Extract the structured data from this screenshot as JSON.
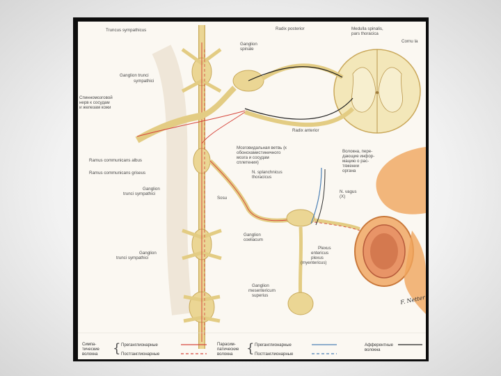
{
  "labels": {
    "truncus": "Truncus sympathicus",
    "radix_posterior": "Radix posterior",
    "medulla_1": "Medulla spinalis,",
    "medulla_2": "pars thoracica",
    "cornu": "Cornu la",
    "ganglion_spinale_1": "Ganglion",
    "ganglion_spinale_2": "spinale",
    "ganglion_trunci_top_1": "Ganglion trunci",
    "ganglion_trunci_top_2": "sympathici",
    "spinal_nerve_1": "Спинномозговой",
    "spinal_nerve_2": "нерв к сосудам",
    "spinal_nerve_3": "и железам кожи",
    "radix_anterior": "Radix anterior",
    "ramus_albus": "Ramus communicans albus",
    "ramus_griseus": "Ramus communicans griseus",
    "medullary_1": "Мозговидальная ветвь (к",
    "medullary_2": "обонохамистиничного",
    "medullary_3": "мозга и сосудам",
    "medullary_4": "сплетения)",
    "afferent_1": "Волокна, пере-",
    "afferent_2": "дающие инфор-",
    "afferent_3": "мацию о рас-",
    "afferent_4": "тяжении",
    "afferent_5": "органа",
    "splanchnicus_1": "N. splanchnicus",
    "splanchnicus_2": "thoracicus",
    "ganglion_trunci_mid_1": "Ganglion",
    "ganglion_trunci_mid_2": "trunci sympathici",
    "vagus_1": "N. vagus",
    "vagus_2": "(X)",
    "sosu": "Sosu",
    "ganglion_coeliacum_1": "Ganglion",
    "ganglion_coeliacum_2": "coeliacum",
    "ganglion_trunci_low_1": "Ganglion",
    "ganglion_trunci_low_2": "trunci sympathici",
    "plexus_1": "Plexus",
    "plexus_2": "entericus",
    "plexus_3": "plexus",
    "plexus_4": "(myentericus)",
    "mesenteric_1": "Ganglion",
    "mesenteric_2": "mesentericum",
    "mesenteric_3": "superius"
  },
  "legend": {
    "somatic_1": "Симпа-",
    "somatic_2": "тические",
    "somatic_3": "волокна",
    "pre_symp": "Преганглионарные",
    "post_symp": "Постганглионарные",
    "para_1": "Парасим-",
    "para_2": "патические",
    "para_3": "волокна",
    "pre_para": "Преганглионарные",
    "post_para": "Постганглионарные",
    "aff_1": "Афферентные",
    "aff_2": "волокна"
  },
  "signature": "F. Netter",
  "colors": {
    "nerve": "#e9d48f",
    "nerve_edge": "#c8a95a",
    "preganglionic": "#d6463c",
    "afferent": "#4a7fb5",
    "intestine": "#f0a55c"
  }
}
